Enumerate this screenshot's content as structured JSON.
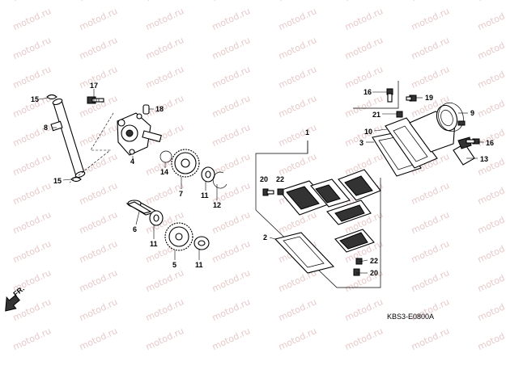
{
  "watermark": "motod.ru",
  "diagram_code": "KBS3-E0800A",
  "direction_label": "FR.",
  "labels": {
    "n1": "1",
    "n2": "2",
    "n3": "3",
    "n4": "4",
    "n5": "5",
    "n6": "6",
    "n7": "7",
    "n8": "8",
    "n9": "9",
    "n10": "10",
    "n11a": "11",
    "n11b": "11",
    "n11c": "11",
    "n12": "12",
    "n13": "13",
    "n14": "14",
    "n15a": "15",
    "n15b": "15",
    "n16a": "16",
    "n16b": "16",
    "n17": "17",
    "n18": "18",
    "n19": "19",
    "n20a": "20",
    "n20b": "20",
    "n21": "21",
    "n22a": "22",
    "n22b": "22"
  }
}
